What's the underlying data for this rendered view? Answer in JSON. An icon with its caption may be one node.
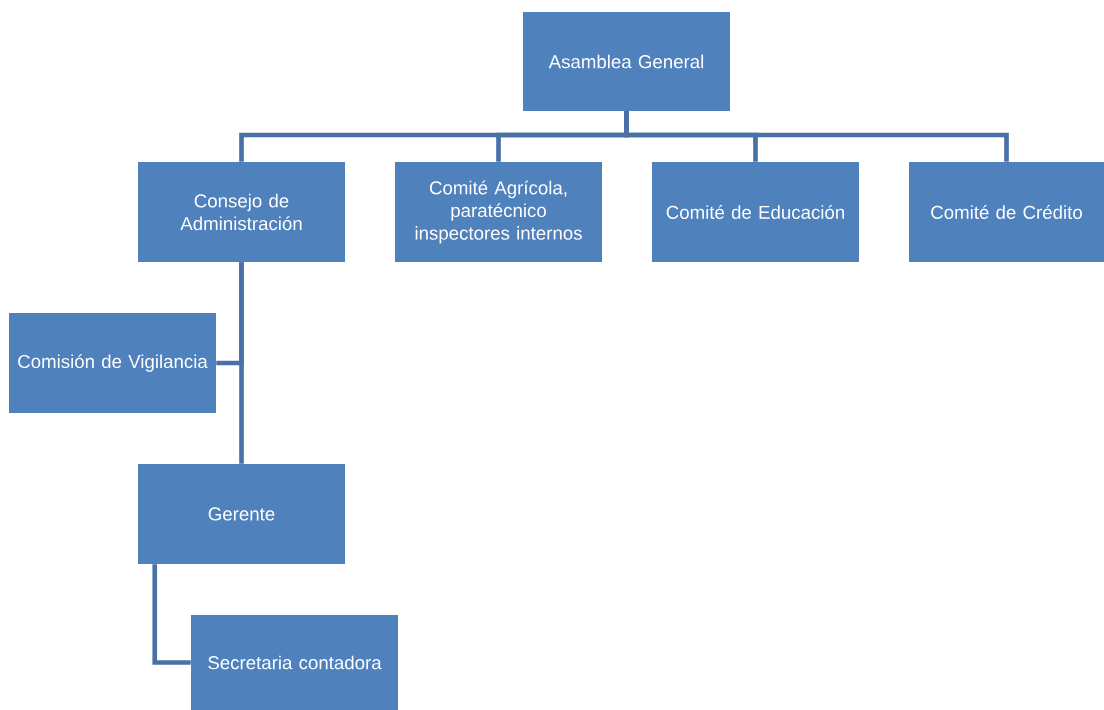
{
  "diagram": {
    "nodes": [
      {
        "text": [
          "Asamblea General"
        ]
      },
      {
        "text": [
          "Consejo de Administración"
        ]
      },
      {
        "text": [
          "Comité Agrícola, paratécnico inspectores internos"
        ]
      },
      {
        "text": [
          "Comité de Educación"
        ]
      },
      {
        "text": [
          "Comité de Crédito"
        ]
      },
      {
        "text": [
          "Comisión de Vigilancia"
        ]
      },
      {
        "text": [
          "Gerente"
        ]
      },
      {
        "text": [
          "Secretaria contadora"
        ]
      }
    ],
    "edges": [
      {
        "from": 0,
        "to": 1,
        "arrow": "none"
      },
      {
        "from": 0,
        "to": 2,
        "arrow": "none"
      },
      {
        "from": 0,
        "to": 3,
        "arrow": "none"
      },
      {
        "from": 0,
        "to": 4,
        "arrow": "none"
      },
      {
        "from": 1,
        "to": 5,
        "arrow": "none"
      },
      {
        "from": 1,
        "to": 6,
        "arrow": "none"
      },
      {
        "from": 6,
        "to": 7,
        "arrow": "none"
      }
    ]
  }
}
